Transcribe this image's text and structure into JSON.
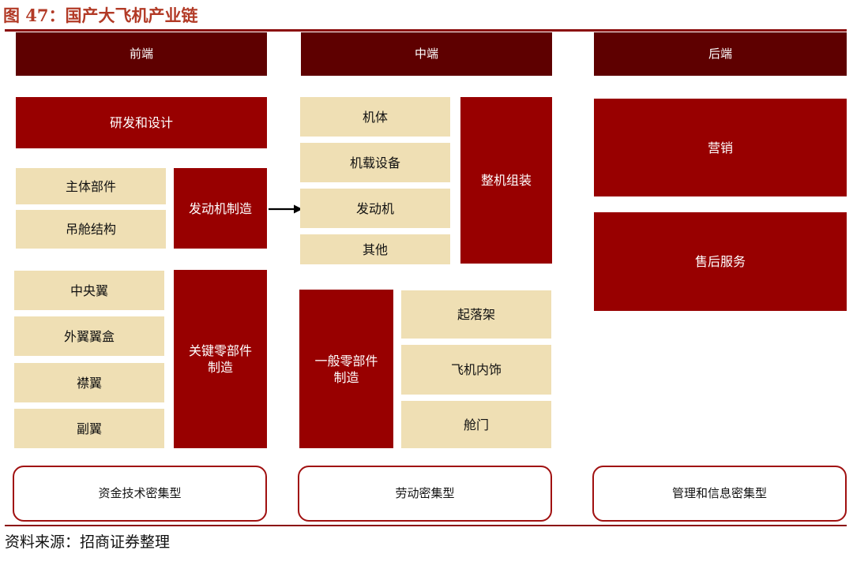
{
  "title": "图 47：国产大飞机产业链",
  "source": "资料来源：招商证券整理",
  "stages": {
    "front": "前端",
    "middle": "中端",
    "back": "后端"
  },
  "front": {
    "rd": "研发和设计",
    "main_parts": "主体部件",
    "pod_structure": "吊舱结构",
    "engine_mfg": "发动机制造",
    "center_wing": "中央翼",
    "outer_wing_box": "外翼翼盒",
    "flaps": "襟翼",
    "ailerons": "副翼",
    "key_parts_line1": "关键零部件",
    "key_parts_line2": "制造"
  },
  "middle": {
    "airframe": "机体",
    "onboard_equipment": "机载设备",
    "engine": "发动机",
    "other": "其他",
    "final_assembly": "整机组装",
    "general_parts_line1": "一般零部件",
    "general_parts_line2": "制造",
    "landing_gear": "起落架",
    "interior": "飞机内饰",
    "cabin_door": "舱门"
  },
  "back": {
    "marketing": "营销",
    "after_sales": "售后服务"
  },
  "categories": {
    "front": "资金技术密集型",
    "middle": "劳动密集型",
    "back": "管理和信息密集型"
  },
  "colors": {
    "header": "#5e0000",
    "primary": "#980000",
    "secondary": "#efdfb4",
    "title": "#b23a26"
  }
}
